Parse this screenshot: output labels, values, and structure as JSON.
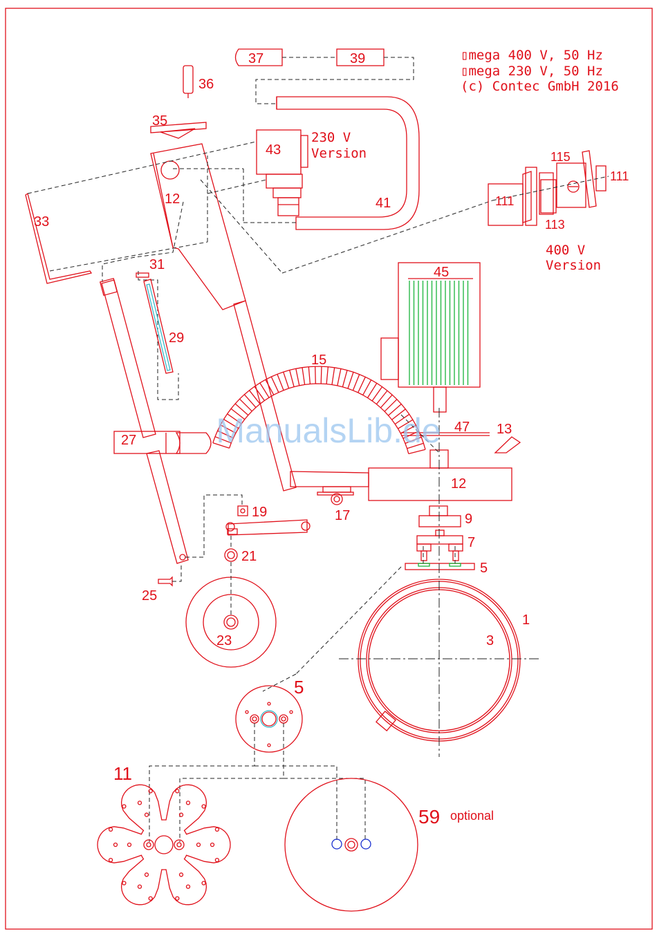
{
  "header": {
    "line1": "▯mega 400 V, 50 Hz",
    "line2": "▯mega 230 V, 50 Hz",
    "line3": "(c) Contec GmbH 2016"
  },
  "version_230": [
    "230 V",
    "Version"
  ],
  "version_400": [
    "400 V",
    "Version"
  ],
  "watermark": "ManualsLib.de",
  "labels": {
    "p1": "1",
    "p3": "3",
    "p5": "5",
    "p5b": "5",
    "p7": "7",
    "p9": "9",
    "p11": "11",
    "p12a": "12",
    "p12b": "12",
    "p13": "13",
    "p15": "15",
    "p17": "17",
    "p19": "19",
    "p21": "21",
    "p23": "23",
    "p25": "25",
    "p27": "27",
    "p29": "29",
    "p31": "31",
    "p33": "33",
    "p35": "35",
    "p36": "36",
    "p37": "37",
    "p39": "39",
    "p41": "41",
    "p43": "43",
    "p45": "45",
    "p47": "47",
    "p59": "59",
    "p59note": "optional",
    "p111a": "111",
    "p111b": "111",
    "p113": "113",
    "p115": "115"
  },
  "colors": {
    "line": "#e0101a",
    "accent_green": "#18b43a",
    "accent_cyan": "#39b7c8",
    "accent_blue": "#1a2fd0",
    "watermark": "#9cc6ef"
  }
}
